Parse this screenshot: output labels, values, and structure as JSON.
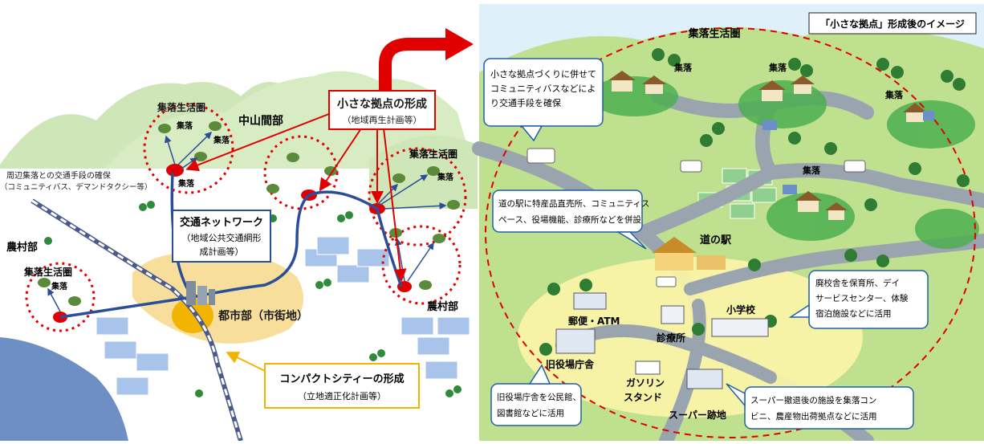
{
  "left": {
    "settlement_area_label": "集落生活圏",
    "settlement_label": "集落",
    "mountain_region": "中山間部",
    "rural_region": "農村部",
    "transport_note_line1": "周辺集落との交通手段の確保",
    "transport_note_line2": "（コミュニティバス、デマンドタクシー等）",
    "small_hub_title": "小さな拠点の形成",
    "small_hub_sub": "（地域再生計画等）",
    "network_title": "交通ネットワーク",
    "network_sub1": "（地域公共交通網形",
    "network_sub2": "成計画等）",
    "urban_label": "都市部（市街地）",
    "compact_title": "コンパクトシティーの形成",
    "compact_sub": "（立地適正化計画等）"
  },
  "right": {
    "image_title": "「小さな拠点」形成後のイメージ",
    "area_label": "集落生活圏",
    "settlement_label": "集落",
    "bus_note": [
      "小さな拠点づくりに併せて",
      "コミュニティバスなどによ",
      "り交通手段を確保"
    ],
    "station_note": [
      "道の駅に特産品直売所、コミュニティス",
      "ペース、役場機能、診療所などを併設"
    ],
    "michinoeki": "道の駅",
    "post_atm": "郵便・ATM",
    "clinic": "診療所",
    "school": "小学校",
    "old_office": "旧役場庁舎",
    "gas_line1": "ガソリン",
    "gas_line2": "スタンド",
    "supermarket_site": "スーパー跡地",
    "school_note": [
      "廃校舎を保育所、デイ",
      "サービスセンター、体験",
      "宿泊施設などに活用"
    ],
    "office_note": [
      "旧役場庁舎を公民館、",
      "図書館などに活用"
    ],
    "super_note": [
      "スーパー撤退後の施設を集落コン",
      "ビニ、農産物出荷拠点などに活用"
    ]
  },
  "colors": {
    "red": "#e00000",
    "network_blue": "#2a4f98",
    "urban_yellow": "#f6d98a",
    "compact_orange": "#f2b400",
    "hill_green": "#cfe6b8",
    "right_bg": "#cde9a6",
    "road_gray": "#9aa4ae"
  }
}
